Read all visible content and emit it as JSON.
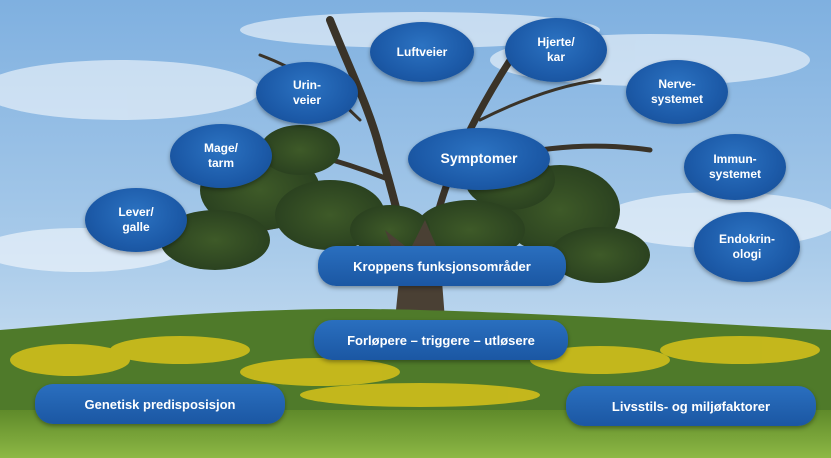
{
  "diagram": {
    "center": "Symptomer",
    "systems": [
      {
        "id": "luftveier",
        "label": "Luftveier"
      },
      {
        "id": "hjerte-kar",
        "label": "Hjerte/\nkar"
      },
      {
        "id": "urinveier",
        "label": "Urin-\nveier"
      },
      {
        "id": "nervesystemet",
        "label": "Nerve-\nsystemet"
      },
      {
        "id": "mage-tarm",
        "label": "Mage/\ntarm"
      },
      {
        "id": "immunsystemet",
        "label": "Immun-\nsystemet"
      },
      {
        "id": "lever-galle",
        "label": "Lever/\ngalle"
      },
      {
        "id": "endokrinologi",
        "label": "Endokrin-\nologi"
      }
    ],
    "bars": {
      "kroppens": "Kroppens funksjonsområder",
      "forlopere": "Forløpere – triggere – utløsere",
      "genetisk": "Genetisk predisposisjon",
      "livsstil": "Livsstils- og miljøfaktorer"
    }
  },
  "colors": {
    "node": "#1c5aa8",
    "sky": "#9cc4e8",
    "grass": "#6f9a2e",
    "flowers": "#d8c21a"
  }
}
